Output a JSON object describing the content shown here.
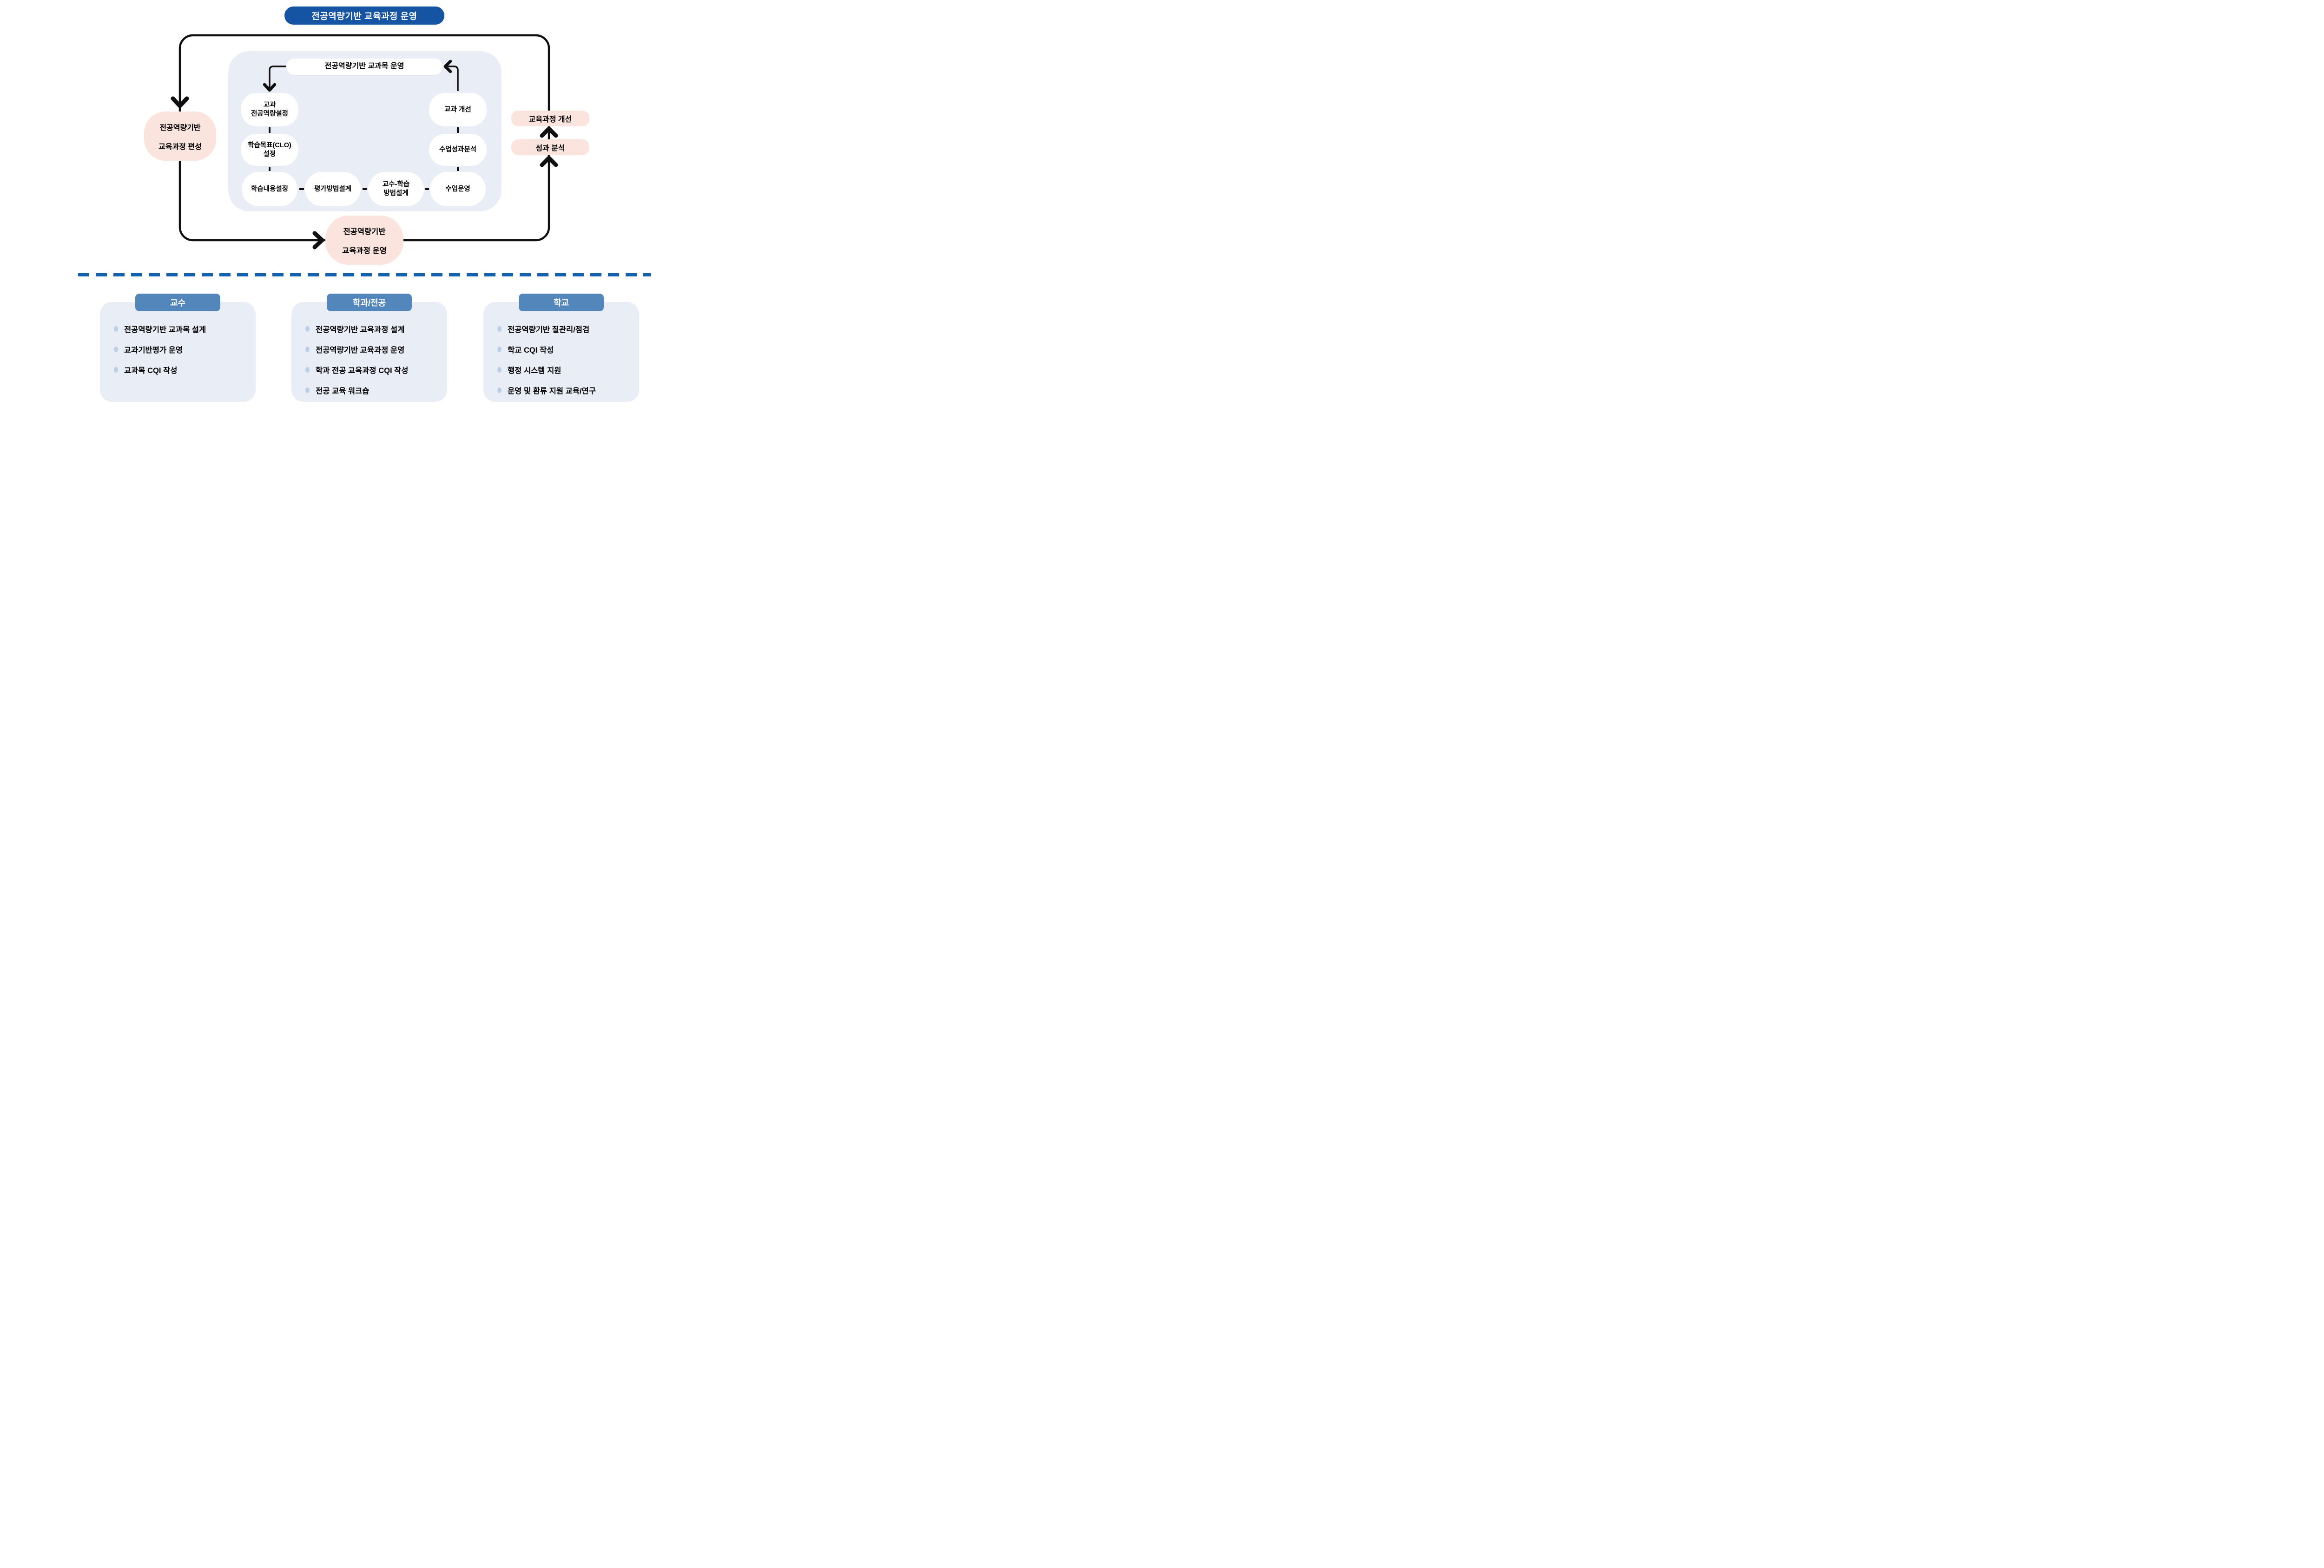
{
  "title": "전공역량기반 교육과정 운영",
  "outer_loop": {
    "plan": {
      "line1": "전공역량기반",
      "line2": "교육과정 편성"
    },
    "do": {
      "line1": "전공역량기반",
      "line2": "교육과정 운영"
    },
    "check": "성과 분석",
    "act": "교육과정 개선"
  },
  "inner_cycle": {
    "top_pill": "전공역량기반 교과목 운영",
    "course_competency": {
      "line1": "교과",
      "line2": "전공역량설정"
    },
    "clo": {
      "line1": "학습목표(CLO)",
      "line2": "설정"
    },
    "content": "학습내용설정",
    "assessment": "평가방법설계",
    "teaching": {
      "line1": "교수-학습",
      "line2": "방법설계"
    },
    "class_operation": "수업운영",
    "outcome_analysis": "수업성과분석",
    "course_improvement": "교과 개선"
  },
  "sections": [
    {
      "header": "교수",
      "items": [
        "전공역량기반 교과목 설계",
        "교과기반평가 운영",
        "교과목 CQI 작성"
      ]
    },
    {
      "header": "학과/전공",
      "items": [
        "전공역량기반 교육과정 설계",
        "전공역량기반 교육과정 운영",
        "학과 전공 교육과정 CQI 작성",
        "전공 교육 워크숍"
      ]
    },
    {
      "header": "학교",
      "items": [
        "전공역량기반 질관리/점검",
        "학교 CQI 작성",
        "행정 시스템 지원",
        "운영 및 환류 지원 교육/연구"
      ]
    }
  ],
  "colors": {
    "title_blue": "#1553a3",
    "header_blue": "#5386ba",
    "divider_blue": "#1560ac",
    "panel_bg": "#e9edf6",
    "pink": "#fce4de",
    "bullet_dot": "#bccfe6",
    "line_black": "#111111"
  }
}
